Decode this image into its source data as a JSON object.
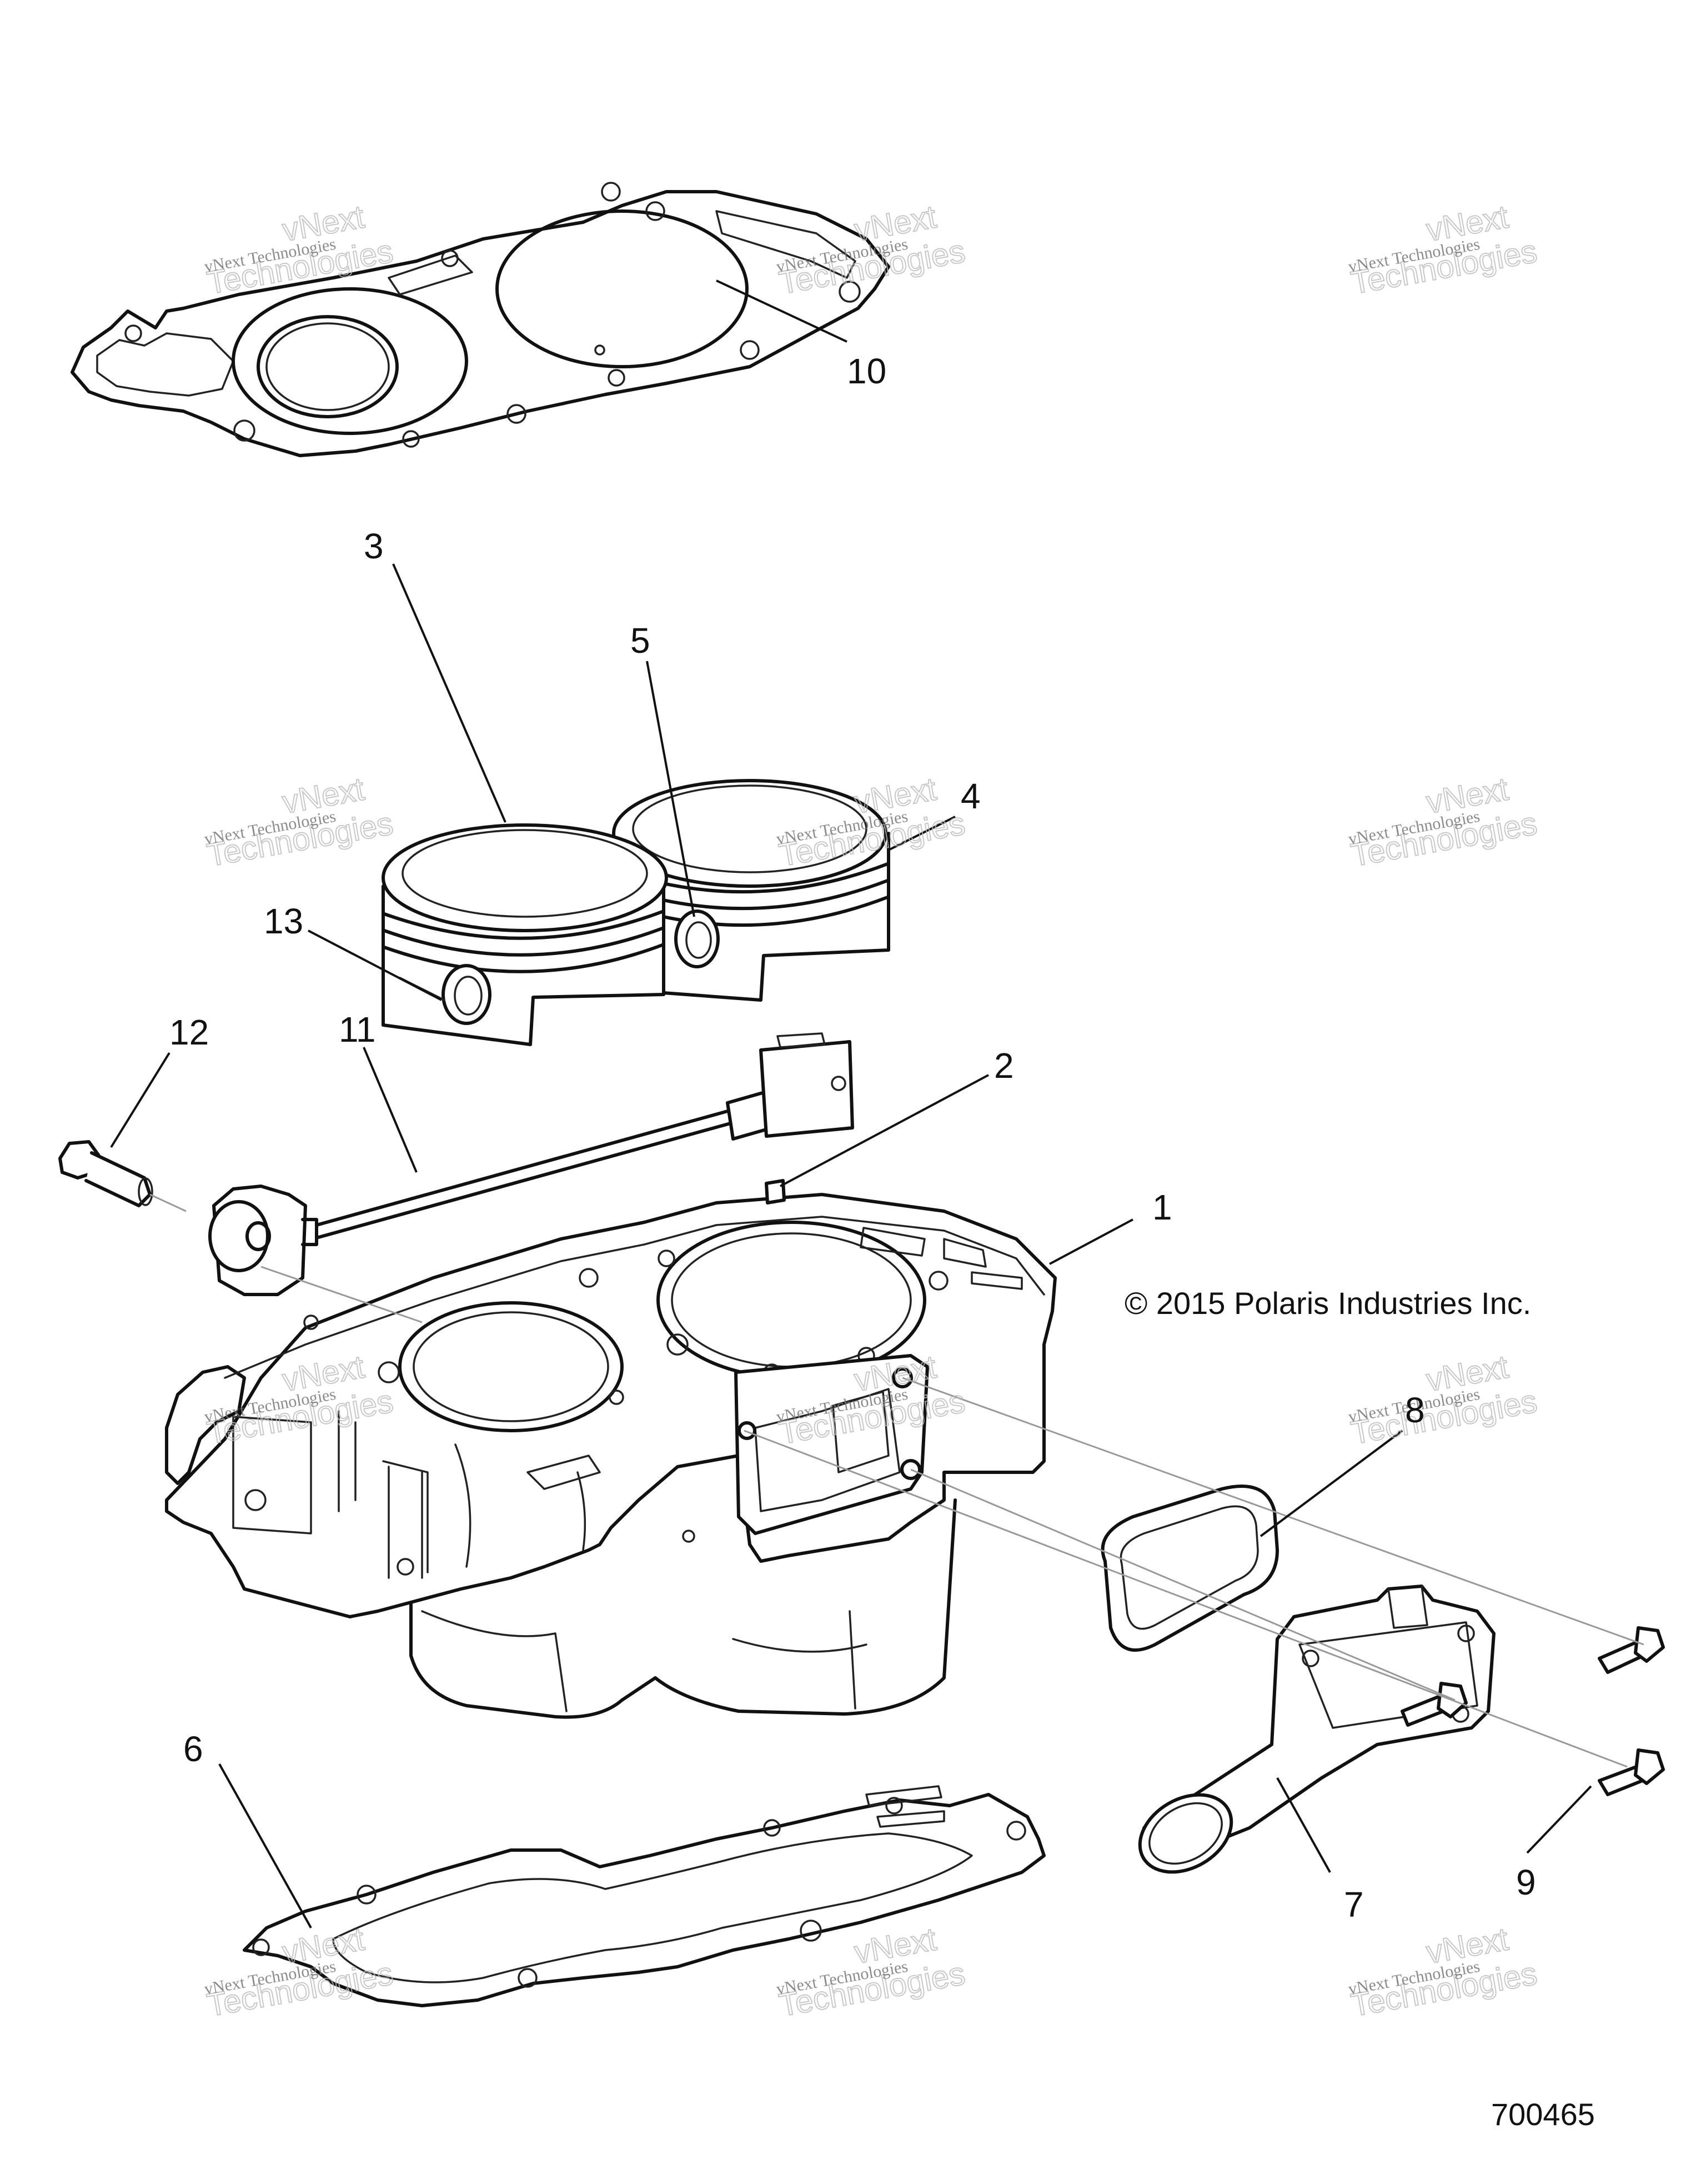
{
  "copyright": "© 2015 Polaris Industries Inc.",
  "figure_id": "700465",
  "watermark": {
    "line1": "vNext Technologies",
    "line2": "vNext",
    "line3": "Technologies"
  },
  "callouts": [
    {
      "id": "callout-1",
      "label": "1"
    },
    {
      "id": "callout-2",
      "label": "2"
    },
    {
      "id": "callout-3",
      "label": "3"
    },
    {
      "id": "callout-4",
      "label": "4"
    },
    {
      "id": "callout-5",
      "label": "5"
    },
    {
      "id": "callout-6",
      "label": "6"
    },
    {
      "id": "callout-7",
      "label": "7"
    },
    {
      "id": "callout-8",
      "label": "8"
    },
    {
      "id": "callout-9",
      "label": "9"
    },
    {
      "id": "callout-10",
      "label": "10"
    },
    {
      "id": "callout-11",
      "label": "11"
    },
    {
      "id": "callout-12",
      "label": "12"
    },
    {
      "id": "callout-13",
      "label": "13"
    }
  ]
}
